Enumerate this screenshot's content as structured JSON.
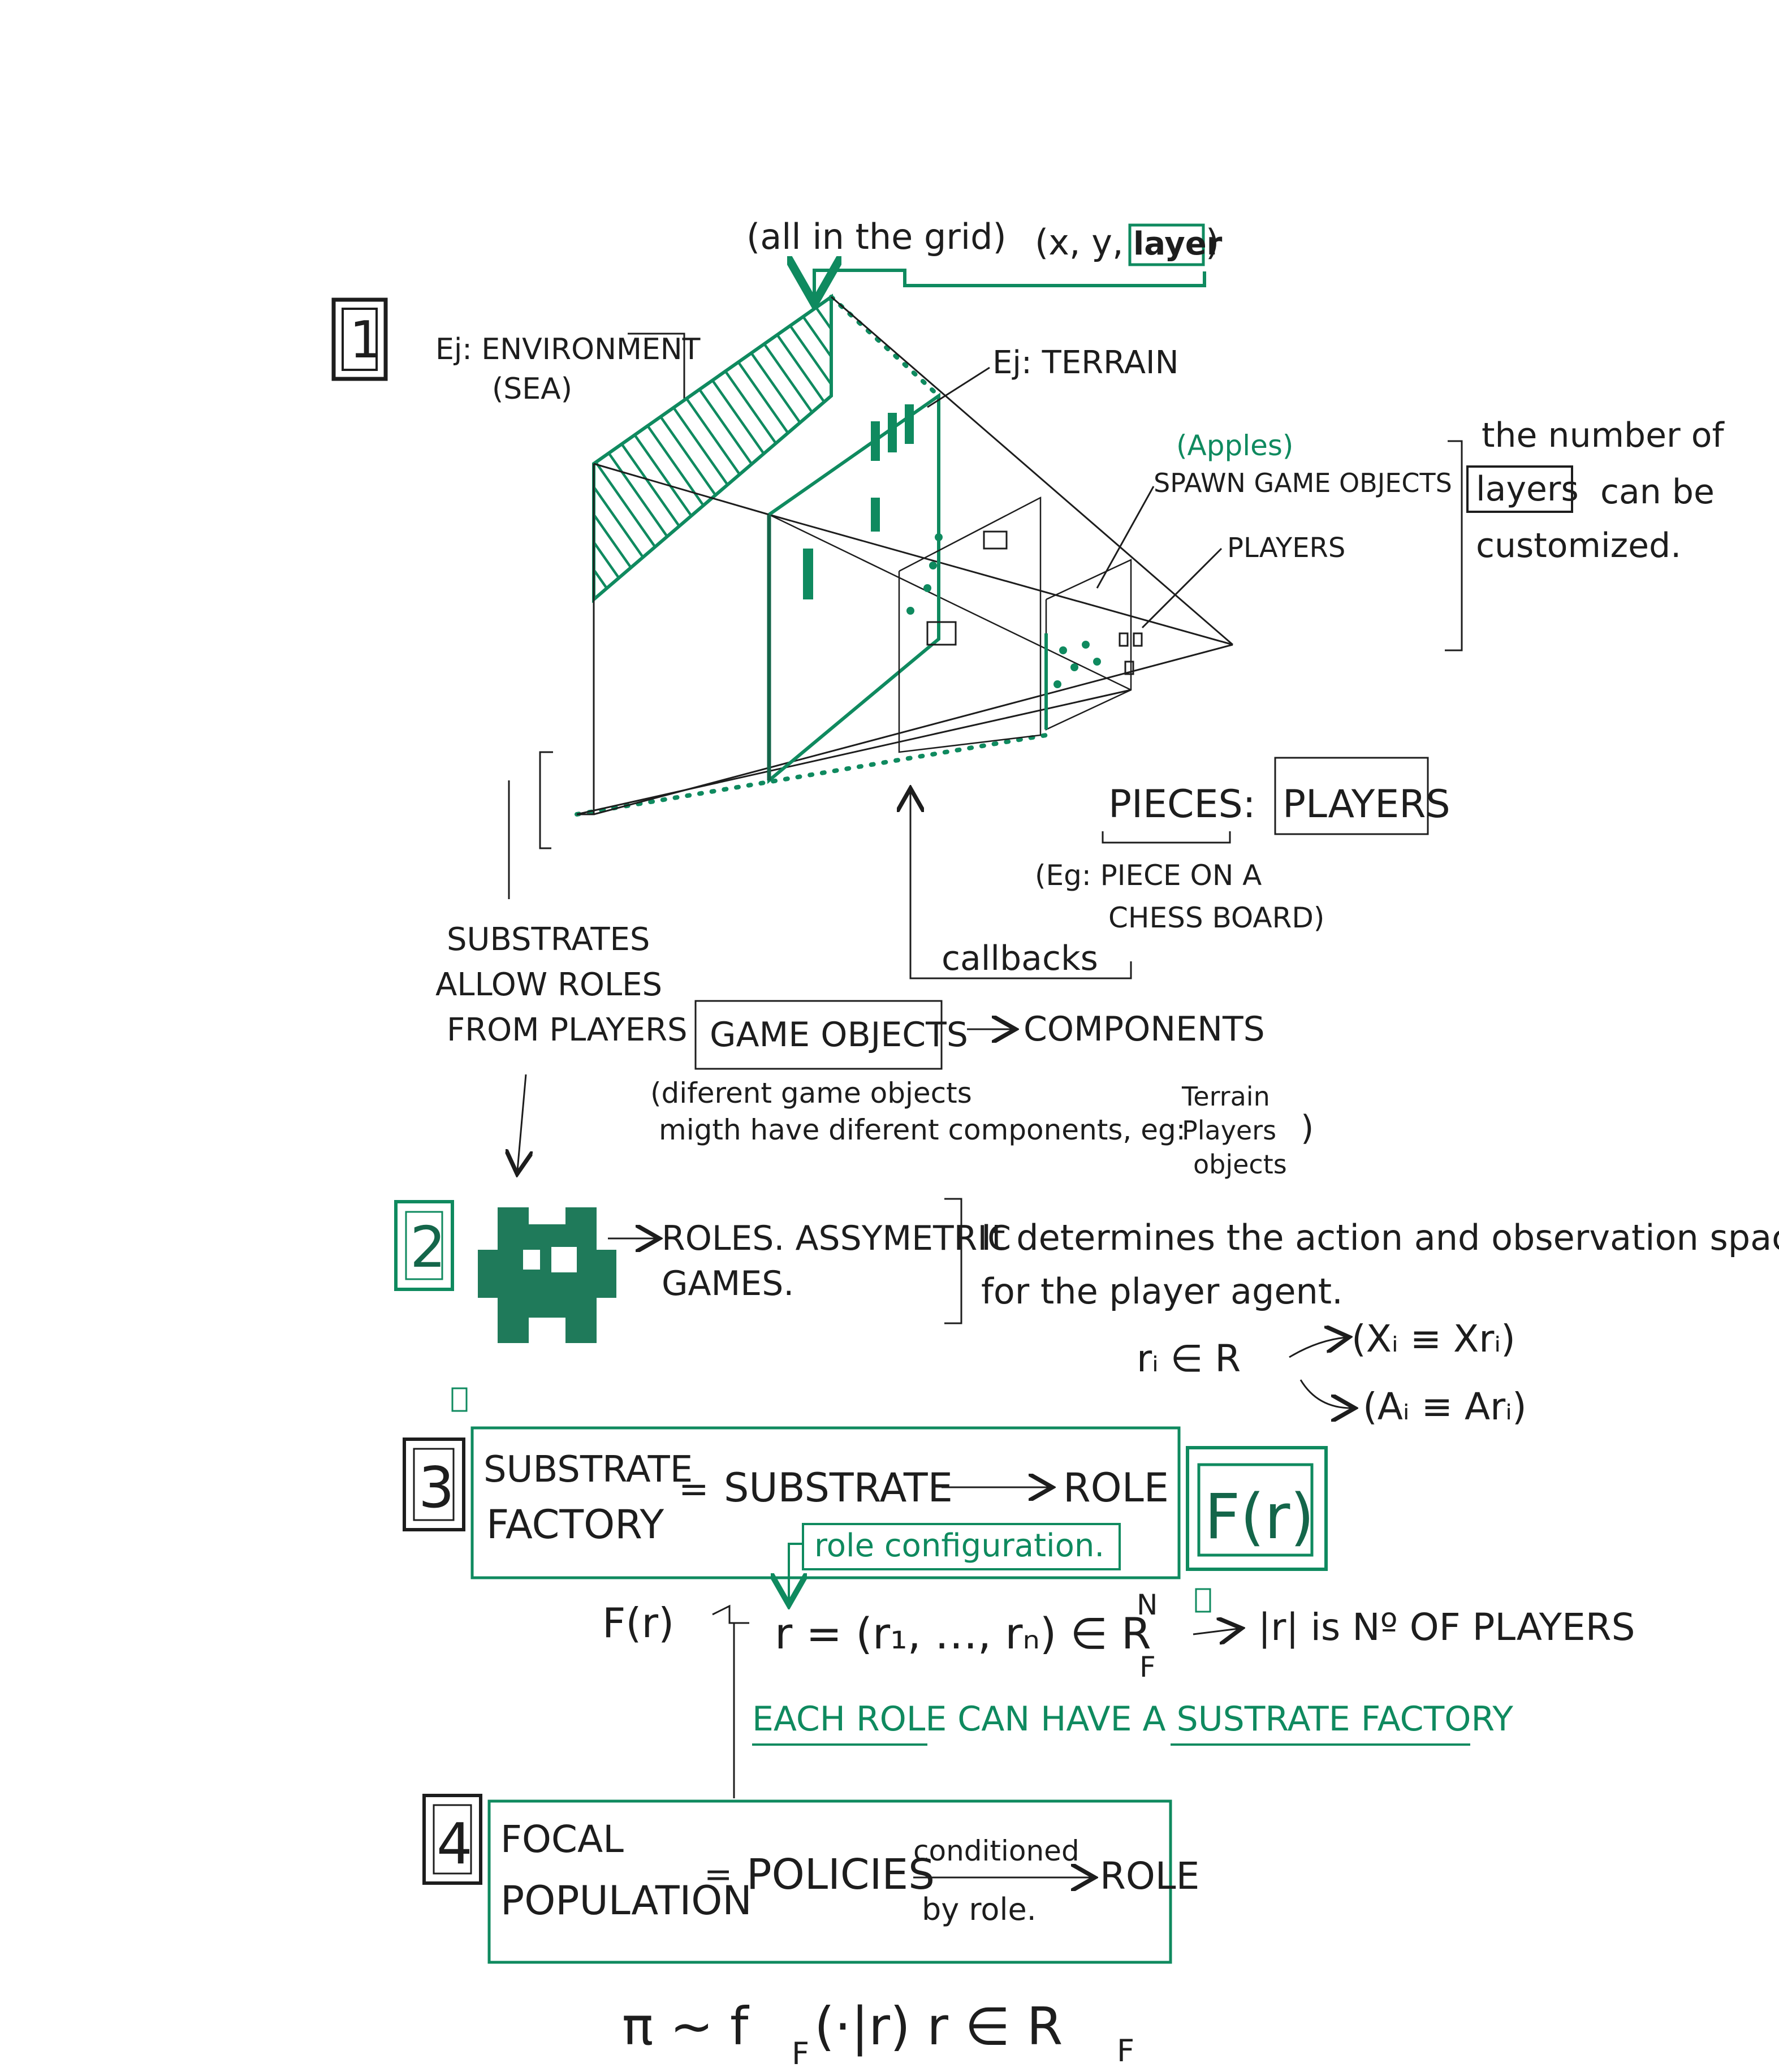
{
  "colors": {
    "ink": "#1d1d1d",
    "green": "#0f8a5f",
    "dark_green": "#14664a",
    "paper": "#ffffff"
  },
  "header": {
    "grid_note": "(all in the grid)",
    "coords_prefix": "(x, y, ",
    "coords_layer": "layer",
    "coords_suffix": ")"
  },
  "section1": {
    "number": "1",
    "env_label": "Ej: ENVIRONMENT",
    "env_sub": "(SEA)",
    "terrain_label": "Ej: TERRAIN",
    "apples_label": "(Apples)",
    "spawn_label": "SPAWN GAME OBJECTS",
    "players_label": "PLAYERS",
    "layers_note_1": "the number of",
    "layers_note_word": "layers",
    "layers_note_2": "can be",
    "layers_note_3": "customized.",
    "pieces_label": "PIECES:",
    "pieces_players": "PLAYERS",
    "pieces_example_1": "(Eg: PIECE ON A",
    "pieces_example_2": "CHESS BOARD)",
    "substrates_1": "SUBSTRATES",
    "substrates_2": "ALLOW ROLES",
    "substrates_3": "FROM PLAYERS",
    "callbacks": "callbacks",
    "game_objects": "GAME OBJECTS",
    "components": "COMPONENTS",
    "diff_note_1": "(diferent game objects",
    "diff_note_2": "migth have diferent components, eg:",
    "diff_list_1": "Terrain",
    "diff_list_2": "Players",
    "diff_list_3": "objects"
  },
  "section2": {
    "number": "2",
    "roles_1": "ROLES. ASSYMETRIC",
    "roles_2": "GAMES.",
    "determines_1": "It determines the action and observation space",
    "determines_2": "for the player agent.",
    "ri_in_r": "rᵢ ∈ R",
    "obs_eq": "(Xᵢ ≡ Xrᵢ)",
    "act_eq": "(Aᵢ ≡ Arᵢ)"
  },
  "section3": {
    "number": "3",
    "left_1": "SUBSTRATE",
    "left_2": "FACTORY",
    "eq": "=",
    "substrate": "SUBSTRATE",
    "role": "ROLE",
    "role_config": "role configuration.",
    "f_of_r": "F(r)",
    "f_of_r_left": "F(r)",
    "formula": "r = (r₁, …, rₙ) ∈ R",
    "formula_sup": "N",
    "formula_sub": "F",
    "players_note": "|r| is Nº OF PLAYERS",
    "each_role": "EACH ROLE CAN HAVE A SUSTRATE FACTORY"
  },
  "section4": {
    "number": "4",
    "left_1": "FOCAL",
    "left_2": "POPULATION",
    "eq": "=",
    "policies": "POLICIES",
    "conditioned": "conditioned",
    "by_role": "by role.",
    "role": "ROLE",
    "formula": "π ∼ f",
    "formula_sub": "F",
    "formula_2": "(·|r)   r ∈ R",
    "formula_sub_2": "F"
  }
}
